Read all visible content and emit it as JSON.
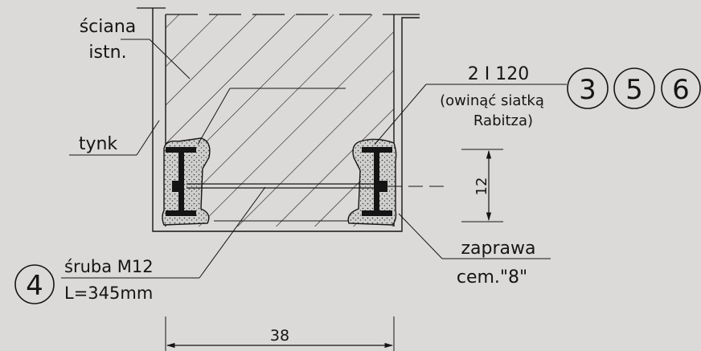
{
  "labels": {
    "wall_line1": "ściana",
    "wall_line2": "istn.",
    "plaster": "tynk",
    "beam_line1": "2 I 120",
    "beam_line2": "(owinąć siatką",
    "beam_line3": "Rabitza)",
    "mortar_line1": "zaprawa",
    "mortar_line2": "cem.\"8\"",
    "bolt_line1": "śruba M12",
    "bolt_line2": "L=345mm"
  },
  "markers": {
    "beam": [
      "3",
      "5",
      "6"
    ],
    "bolt": "4"
  },
  "dimensions": {
    "height": "12",
    "width": "38"
  },
  "colors": {
    "ink": "#151515",
    "paper": "#dcdad8",
    "mortar": "#cfcfcd"
  }
}
